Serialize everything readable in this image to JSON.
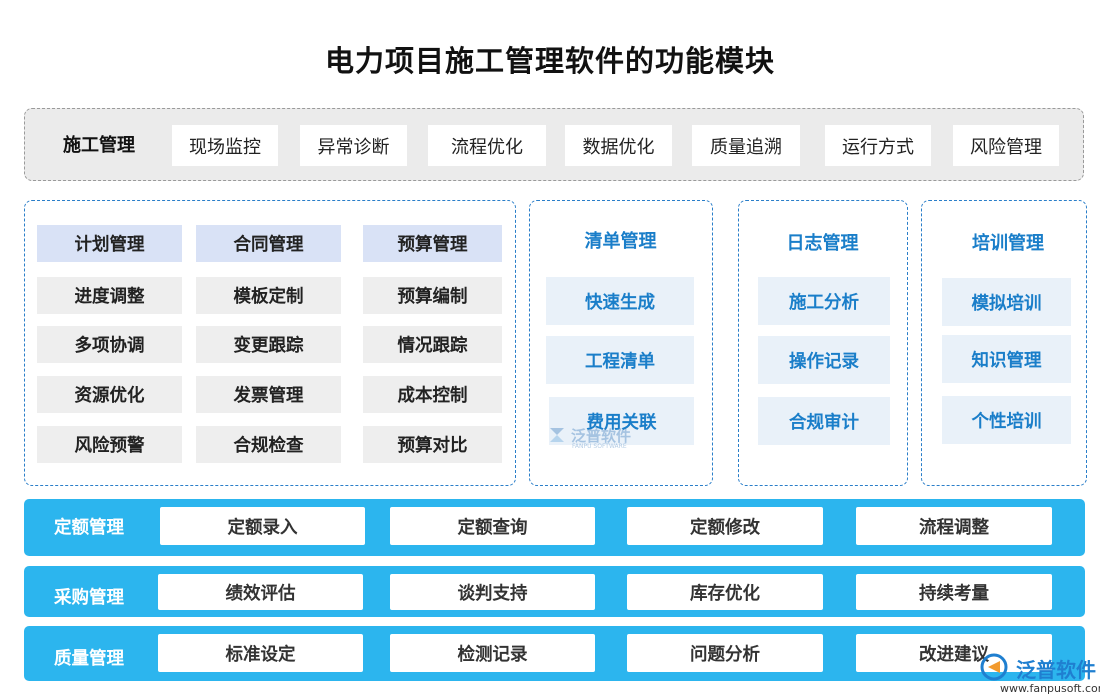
{
  "title": "电力项目施工管理软件的功能模块",
  "top_row": {
    "label": "施工管理",
    "items": [
      "现场监控",
      "异常诊断",
      "流程优化",
      "数据优化",
      "质量追溯",
      "运行方式",
      "风险管理"
    ]
  },
  "group1": {
    "headers": [
      "计划管理",
      "合同管理",
      "预算管理"
    ],
    "columns": [
      [
        "进度调整",
        "多项协调",
        "资源优化",
        "风险预警"
      ],
      [
        "模板定制",
        "变更跟踪",
        "发票管理",
        "合规检查"
      ],
      [
        "预算编制",
        "情况跟踪",
        "成本控制",
        "预算对比"
      ]
    ]
  },
  "group2": {
    "title": "清单管理",
    "items": [
      "快速生成",
      "工程清单",
      "费用关联"
    ]
  },
  "group3": {
    "title": "日志管理",
    "items": [
      "施工分析",
      "操作记录",
      "合规审计"
    ]
  },
  "group4": {
    "title": "培训管理",
    "items": [
      "模拟培训",
      "知识管理",
      "个性培训"
    ]
  },
  "bars": [
    {
      "label": "定额管理",
      "items": [
        "定额录入",
        "定额查询",
        "定额修改",
        "流程调整"
      ]
    },
    {
      "label": "采购管理",
      "items": [
        "绩效评估",
        "谈判支持",
        "库存优化",
        "持续考量"
      ]
    },
    {
      "label": "质量管理",
      "items": [
        "标准设定",
        "检测记录",
        "问题分析",
        "改进建议"
      ]
    }
  ],
  "watermark": {
    "center_text": "泛普软件",
    "center_sub": "FANPU SOFTWARE",
    "corner_text": "泛普软件",
    "corner_url": "www.fanpusoft.com"
  },
  "colors": {
    "accent_blue": "#1a7ec9",
    "bar_blue": "#2cb5ee",
    "header_fill": "#d9e2f6",
    "grey_fill": "#eeeeee"
  }
}
